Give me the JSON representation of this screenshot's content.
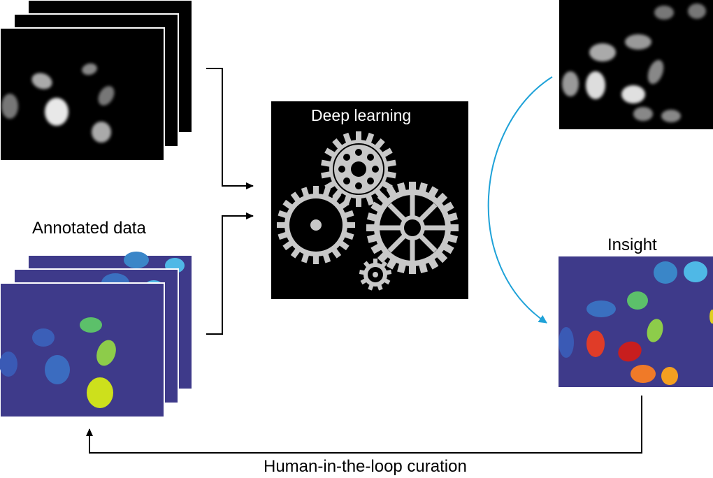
{
  "labels": {
    "annotated_data": "Annotated data",
    "deep_learning": "Deep learning",
    "insight": "Insight",
    "curation": "Human-in-the-loop curation"
  },
  "colors": {
    "raw_background": "#000000",
    "raw_nucleus": "#d9d9d9",
    "annotation_background": "#3e3a8a",
    "deep_learning_panel": "#000000",
    "gear": "#c8c8c8",
    "curved_arrow": "#1fa2d8",
    "arrow": "#000000"
  },
  "icons": [
    "gear-icon",
    "arrow-icon"
  ]
}
